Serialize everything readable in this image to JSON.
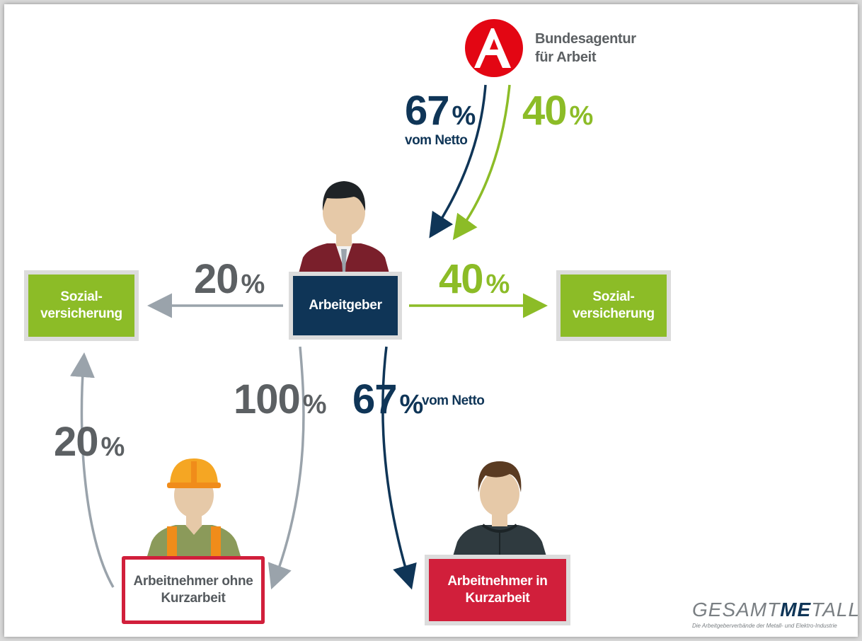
{
  "agency": {
    "name_line1": "Bundesagentur",
    "name_line2": "für Arbeit"
  },
  "nodes": {
    "employer": "Arbeitgeber",
    "social_left": {
      "line1": "Sozial-",
      "line2": "versicherung"
    },
    "social_right": {
      "line1": "Sozial-",
      "line2": "versicherung"
    },
    "worker_without": {
      "line1": "Arbeitnehmer ohne",
      "line2": "Kurzarbeit"
    },
    "worker_short": {
      "line1": "Arbeitnehmer in",
      "line2": "Kurzarbeit"
    }
  },
  "flows": {
    "agency_to_employer_net": {
      "num": "67",
      "sym": "%",
      "note": "vom Netto"
    },
    "agency_to_employer_social": {
      "num": "40",
      "sym": "%"
    },
    "employer_to_social_left": {
      "num": "20",
      "sym": "%"
    },
    "employer_to_social_right": {
      "num": "40",
      "sym": "%"
    },
    "employer_to_worker_without": {
      "num": "100",
      "sym": "%"
    },
    "employer_to_worker_short": {
      "num": "67",
      "sym": "%",
      "note": "vom Netto"
    },
    "worker_without_to_social_left": {
      "num": "20",
      "sym": "%"
    }
  },
  "brand": {
    "part1": "GESAMT",
    "part2": "ME",
    "part3": "TALL",
    "tagline": "Die Arbeitgeberverbände der Metall- und Elektro-Industrie"
  },
  "colors": {
    "navy": "#0f3557",
    "green": "#8cbc27",
    "gray": "#5c6063",
    "red": "#d11f3b"
  },
  "icons": [
    "agency-logo-icon",
    "employer-person-icon",
    "worker-hardhat-person-icon",
    "worker-hoodie-person-icon"
  ]
}
